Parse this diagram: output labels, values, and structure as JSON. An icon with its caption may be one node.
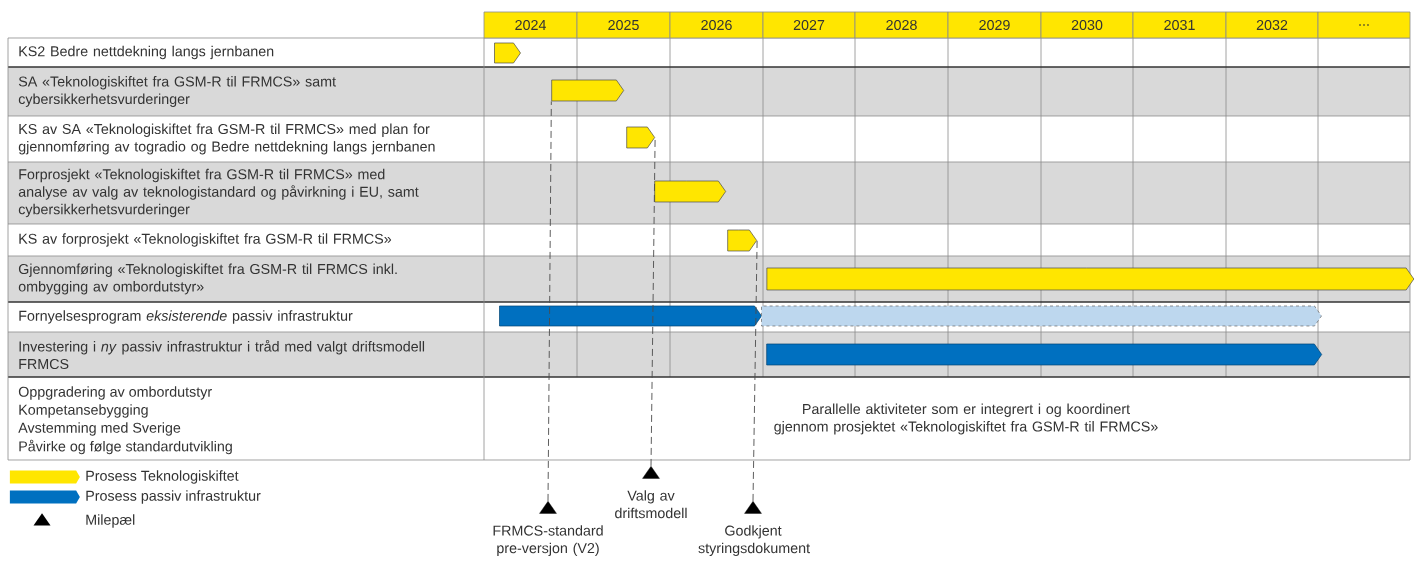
{
  "diagram": {
    "nodes": [
      {
        "text": [],
        "shape": "bar"
      },
      {
        "text": [],
        "shape": "bar"
      },
      {
        "text": [],
        "shape": "bar"
      },
      {
        "text": [],
        "shape": "bar"
      },
      {
        "text": [],
        "shape": "bar"
      },
      {
        "text": [],
        "shape": "bar"
      },
      {
        "text": [],
        "shape": "bar"
      },
      {
        "text": [],
        "shape": "bar"
      },
      {
        "text": [],
        "shape": "bar"
      },
      {
        "text": [],
        "shape": "triangle",
        "beside": [
          "FRMCS-standard pre-versjon (V2)"
        ]
      },
      {
        "text": [],
        "shape": "triangle",
        "beside": [
          "Valg av driftsmodell"
        ]
      },
      {
        "text": [],
        "shape": "triangle",
        "beside": [
          "Godkjent styringsdokument"
        ]
      }
    ],
    "edges": [
      {
        "from": 9,
        "to": 1,
        "arrow": "none",
        "style": "dashed"
      },
      {
        "from": 10,
        "to": 2,
        "arrow": "none",
        "style": "dashed"
      },
      {
        "from": 11,
        "to": 4,
        "arrow": "none",
        "style": "dashed"
      }
    ],
    "labels": [
      "2024",
      "2025",
      "2026",
      "2027",
      "2028",
      "2029",
      "2030",
      "2031",
      "2032",
      "...",
      "KS2 Bedre nettdekning langs jernbanen",
      "SA «Teknologiskiftet fra GSM-R til FRMCS» samt cybersikkerhetsvurderinger",
      "KS av SA «Teknologiskiftet fra GSM-R til FRMCS» med plan for gjennomføring av togradio og Bedre nettdekning langs jernbanen",
      "Forprosjekt «Teknologiskiftet fra GSM-R til FRMCS» med analyse av valg av teknologistandard og påvirkning i EU, samt cybersikkerhetsvurderinger",
      "KS av forprosjekt «Teknologiskiftet fra GSM-R til FRMCS»",
      "Gjennomføring «Teknologiskiftet fra GSM-R til FRMCS inkl. ombygging av ombordutstyr»",
      "Fornyelsesprogram *eksisterende* passiv infrastruktur",
      "Investering i *ny* passiv infrastruktur i tråd med valgt driftsmodell FRMCS",
      "Oppgradering av ombordutstyr",
      "Kompetansebygging",
      "Avstemming med Sverige",
      "Påvirke og følge standardutvikling",
      "Parallelle aktiviteter som er integrert i og koordinert gjennom prosjektet «Teknologiskiftet fra GSM-R til FRMCS»"
    ],
    "legend": [
      {
        "text": "Prosess Teknologiskiftet",
        "color": "#ffe600"
      },
      {
        "text": "Prosess passiv infrastruktur",
        "color": "#0070c0"
      },
      {
        "text": "Milepæl"
      }
    ]
  }
}
